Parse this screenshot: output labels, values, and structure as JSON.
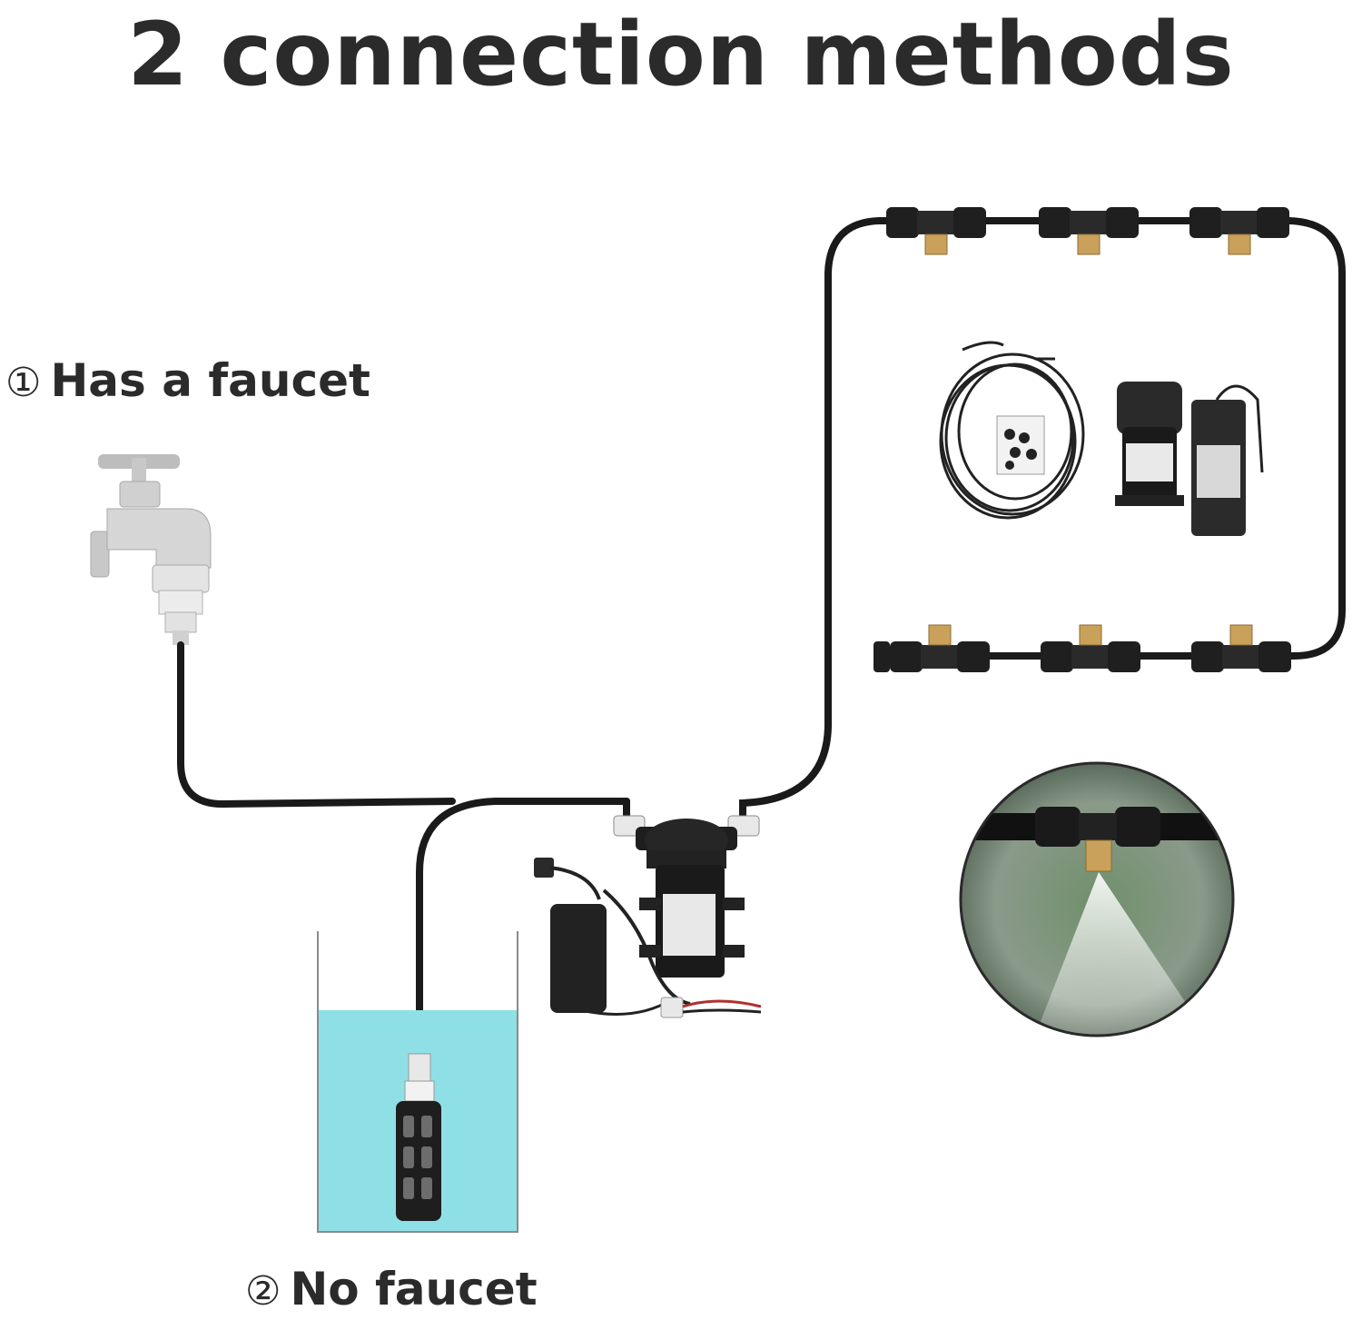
{
  "title": "2 connection methods",
  "method_1": {
    "marker": "①",
    "label": "Has a faucet"
  },
  "method_2": {
    "marker": "②",
    "label": "No faucet"
  },
  "colors": {
    "pipe": "#1a1a1a",
    "water": "#8fe0e6",
    "brass": "#c9a15a",
    "faucet": "#c9c9c9",
    "text": "#2b2b2b"
  }
}
